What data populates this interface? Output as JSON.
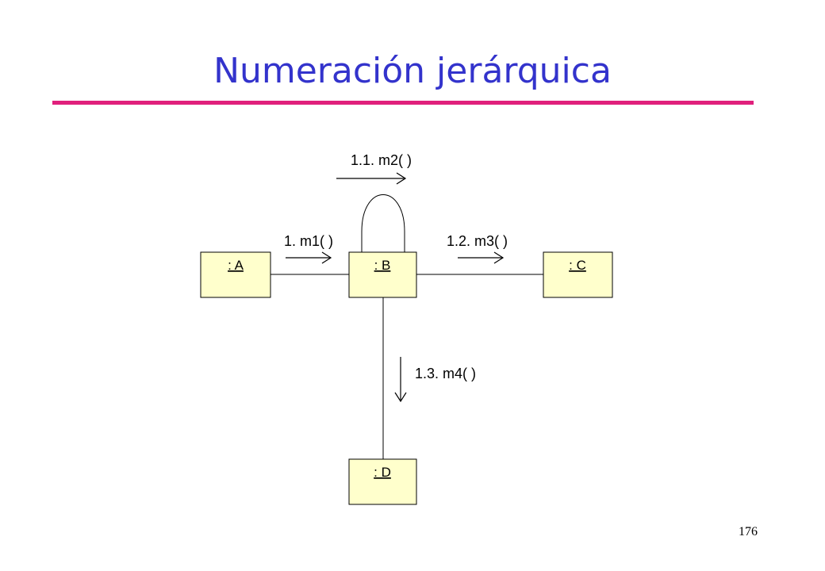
{
  "slide": {
    "title": "Numeración jerárquica",
    "page_number": "176",
    "accent_color": "#e0207c",
    "title_color": "#3333cc",
    "object_fill_color": "#ffffcc"
  },
  "diagram": {
    "type": "UML communication diagram",
    "objects": {
      "a": ": A",
      "b": ": B",
      "c": ": C",
      "d": ": D"
    },
    "messages": {
      "m1": "1. m1( )",
      "m2": "1.1. m2( )",
      "m3": "1.2. m3( )",
      "m4": "1.3. m4( )"
    },
    "links": [
      {
        "from": ": A",
        "to": ": B"
      },
      {
        "from": ": B",
        "to": ": B"
      },
      {
        "from": ": B",
        "to": ": C"
      },
      {
        "from": ": B",
        "to": ": D"
      }
    ]
  }
}
